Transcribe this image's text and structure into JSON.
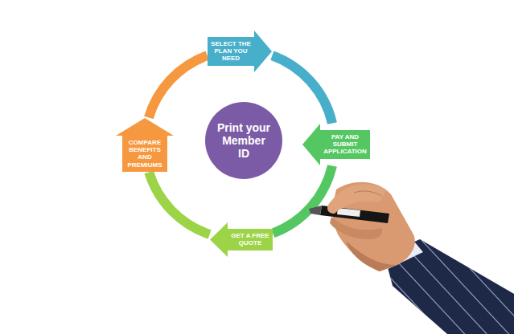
{
  "diagram": {
    "nodes": [
      {
        "text": [
          "SELECT THE PLAN YOU NEED"
        ]
      },
      {
        "text": [
          "PAY AND SUBMIT APPLICATION"
        ]
      },
      {
        "text": [
          "GET A FREE QUOTE"
        ]
      },
      {
        "text": [
          "COMPARE BENEFITS AND PREMIUMS"
        ]
      },
      {
        "text": [
          "Print your Member ID"
        ]
      }
    ],
    "edges": [
      {
        "from": 0,
        "to": 1,
        "arrow": "none"
      },
      {
        "from": 1,
        "to": 2,
        "arrow": "none"
      },
      {
        "from": 2,
        "to": 3,
        "arrow": "none"
      },
      {
        "from": 3,
        "to": 0,
        "arrow": "none"
      }
    ]
  }
}
